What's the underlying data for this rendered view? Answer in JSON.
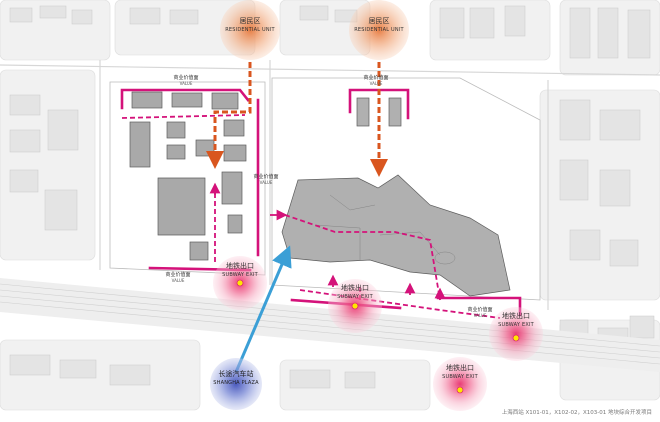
{
  "colors": {
    "residential": "#e6783c",
    "subway": "#e8326e",
    "bus": "#5b6fc8",
    "bus_route": "#3b9fd6",
    "frontage": "#d4127a",
    "subway_dot": "#ffe600"
  },
  "residential": [
    {
      "cn": "居民区",
      "en": "RESIDENTIAL UNIT"
    },
    {
      "cn": "居民区",
      "en": "RESIDENTIAL UNIT"
    }
  ],
  "subway_exits": [
    {
      "cn": "地铁出口",
      "en": "SUBWAY EXIT"
    },
    {
      "cn": "地铁出口",
      "en": "SUBWAY EXIT"
    },
    {
      "cn": "地铁出口",
      "en": "SUBWAY EXIT"
    },
    {
      "cn": "地铁出口",
      "en": "SUBWAY EXIT"
    }
  ],
  "bus_station": {
    "cn": "长途汽车站",
    "en": "SHANGHA PLAZA"
  },
  "frontage_labels": [
    {
      "cn": "商业价值面",
      "en": "VALUE"
    },
    {
      "cn": "商业价值面",
      "en": "VALUE"
    },
    {
      "cn": "商业价值面",
      "en": "VALUE"
    },
    {
      "cn": "商业价值面",
      "en": "VALUE"
    },
    {
      "cn": "商业价值面",
      "en": "VALUE"
    }
  ],
  "footer": "上海西站 X101-01，X102-02，X103-01 地块综合开发项目"
}
